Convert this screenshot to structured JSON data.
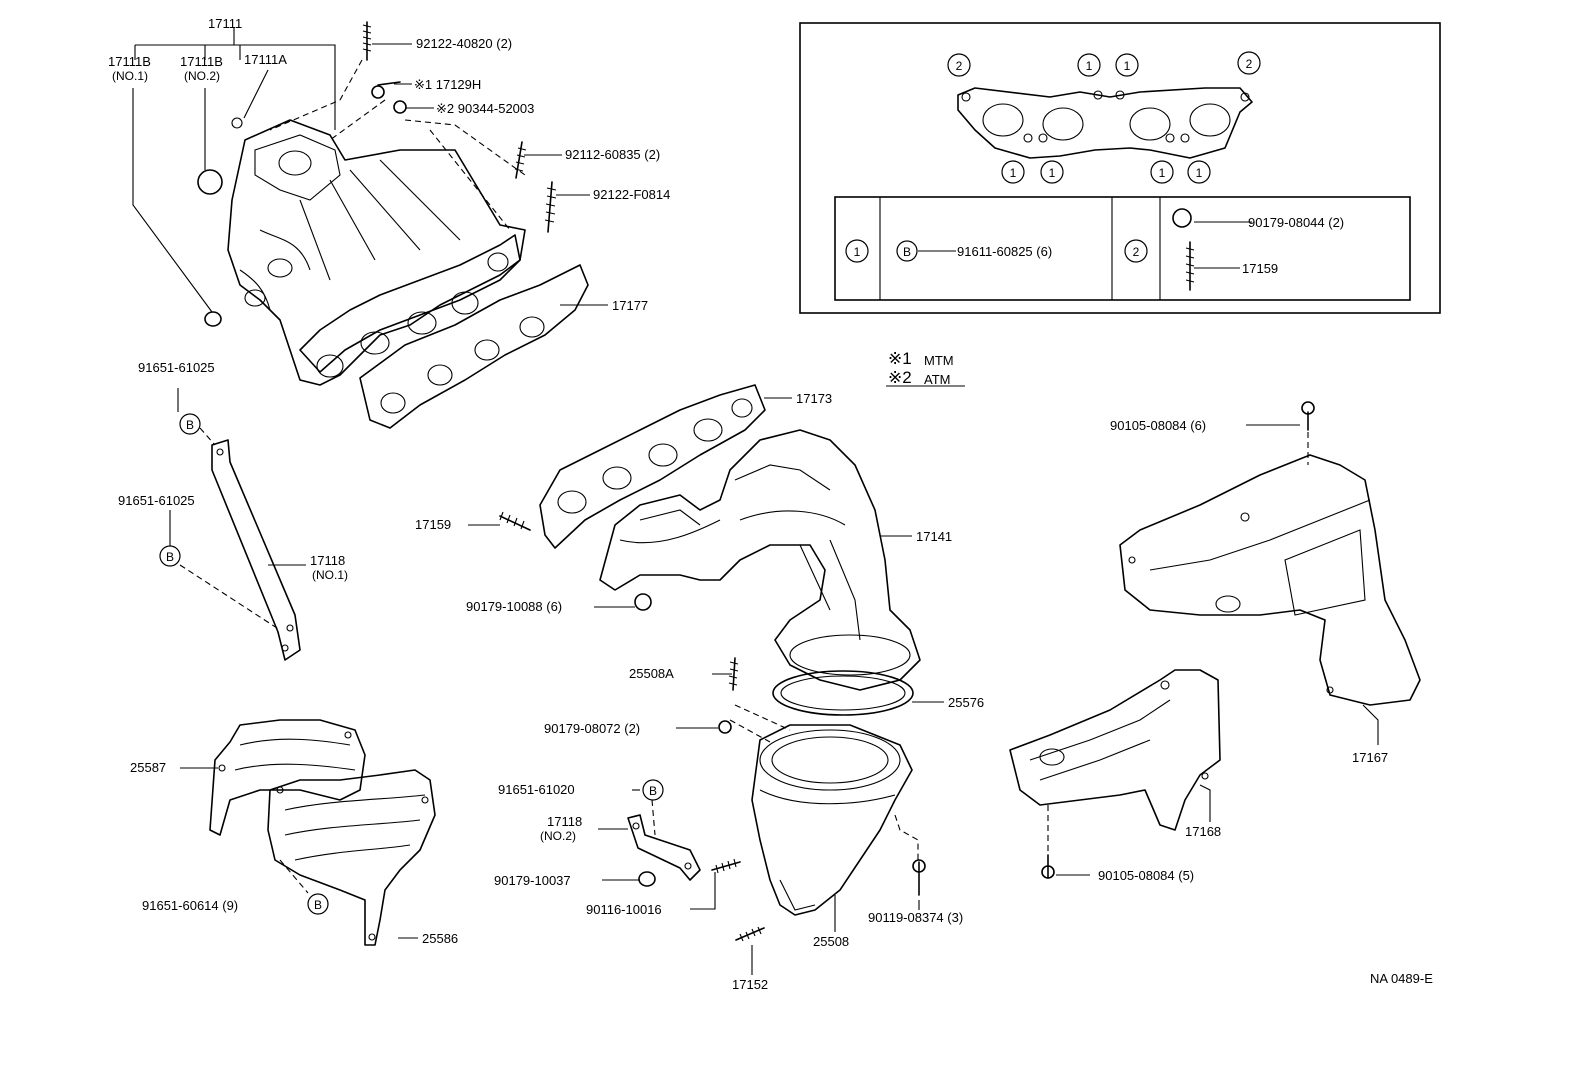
{
  "labels": {
    "p17111": "17111",
    "p17111b_no1": "17111B",
    "p17111b_no1_sub": "(NO.1)",
    "p17111b_no2": "17111B",
    "p17111b_no2_sub": "(NO.2)",
    "p17111a": "17111A",
    "p92122_40820": "92122-40820 (2)",
    "p17129h": "※1 17129H",
    "p90344_52003": "※2 90344-52003",
    "p92112_60835": "92112-60835 (2)",
    "p92122_f0814": "92122-F0814",
    "p17177": "17177",
    "p91651_61025_a": "91651-61025",
    "p91651_61025_b": "91651-61025",
    "p17118_no1": "17118",
    "p17118_no1_sub": "(NO.1)",
    "p17173": "17173",
    "p17159_a": "17159",
    "p17141": "17141",
    "p90179_10088": "90179-10088 (6)",
    "p25508a": "25508A",
    "p25576": "25576",
    "p90179_08072": "90179-08072 (2)",
    "p91651_61020": "91651-61020",
    "p17118_no2": "17118",
    "p17118_no2_sub": "(NO.2)",
    "p90179_10037": "90179-10037",
    "p90116_10016": "90116-10016",
    "p90119_08374": "90119-08374 (3)",
    "p25508": "25508",
    "p17152": "17152",
    "p25587": "25587",
    "p91651_60614": "91651-60614 (9)",
    "p25586": "25586",
    "p90105_08084_top": "90105-08084 (6)",
    "p17167": "17167",
    "p17168": "17168",
    "p90105_08084_bot": "90105-08084 (5)",
    "p91611_60825": "91611-60825 (6)",
    "p90179_08044": "90179-08044 (2)",
    "p17159_b": "17159",
    "note_mark1": "※1",
    "note_mtm": "MTM",
    "note_mark2": "※2",
    "note_atm": "ATM",
    "ref_code": "NA 0489-E"
  },
  "markers": {
    "one": "1",
    "two": "2",
    "b": "B"
  }
}
